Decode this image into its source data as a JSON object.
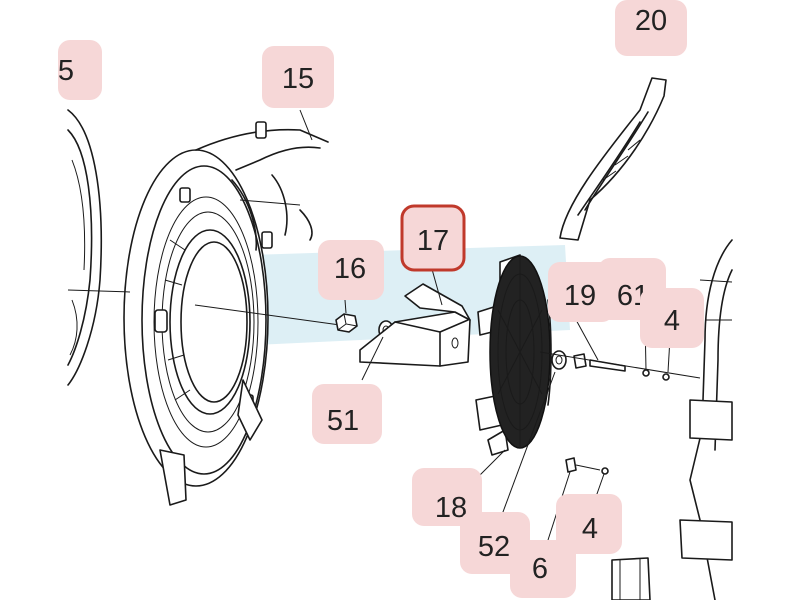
{
  "diagram": {
    "highlight_color": "#f6d7d7",
    "selected_border_color": "#c0392b",
    "axis_highlight_color": "#d7ecf3",
    "line_color": "#1a1a1a",
    "selected_part": "17",
    "callouts": [
      {
        "id": "c5",
        "label": "5"
      },
      {
        "id": "c15",
        "label": "15"
      },
      {
        "id": "c20",
        "label": "20"
      },
      {
        "id": "c16",
        "label": "16"
      },
      {
        "id": "c17",
        "label": "17"
      },
      {
        "id": "c19",
        "label": "19"
      },
      {
        "id": "c61",
        "label": "61"
      },
      {
        "id": "c4a",
        "label": "4"
      },
      {
        "id": "c51",
        "label": "51"
      },
      {
        "id": "c18",
        "label": "18"
      },
      {
        "id": "c52",
        "label": "52"
      },
      {
        "id": "c6",
        "label": "6"
      },
      {
        "id": "c4b",
        "label": "4"
      }
    ]
  }
}
